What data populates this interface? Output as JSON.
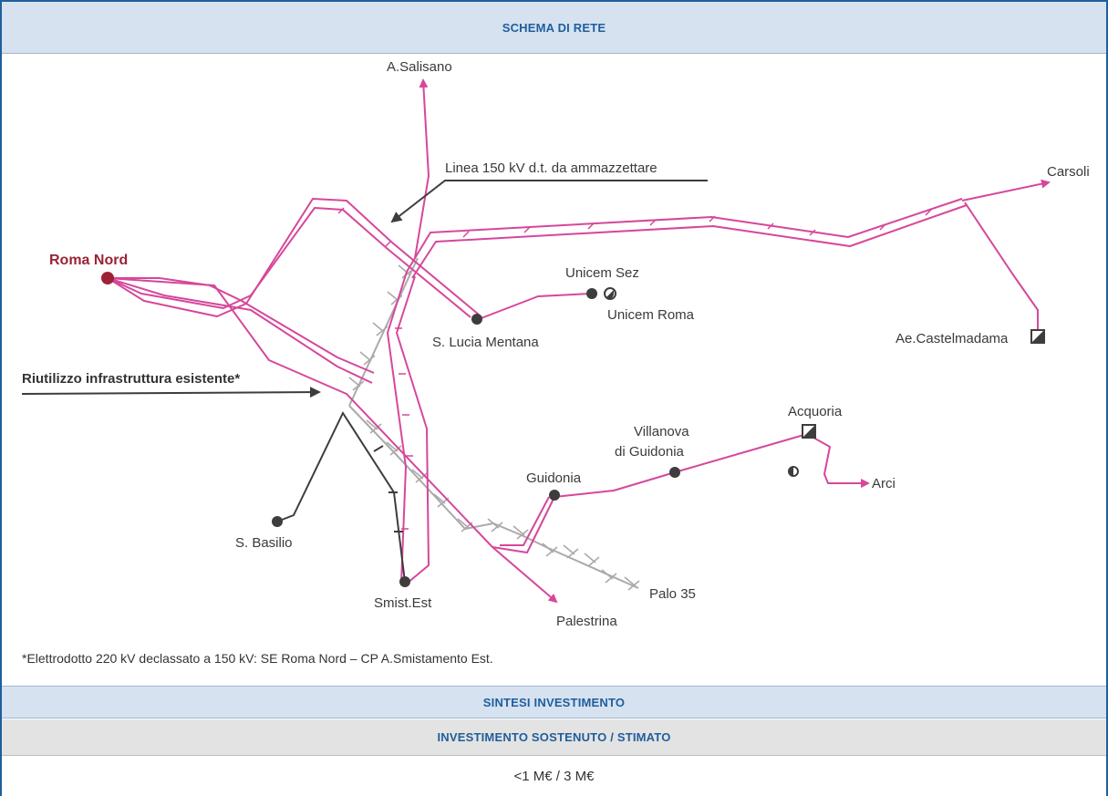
{
  "header": {
    "title": "SCHEMA DI RETE"
  },
  "diagram": {
    "stations": {
      "roma_nord": "Roma Nord",
      "a_salisano": "A.Salisano",
      "carsoli": "Carsoli",
      "unicem_sez": "Unicem Sez",
      "unicem_roma": "Unicem Roma",
      "s_lucia_mentana": "S. Lucia Mentana",
      "ae_castelmadama": "Ae.Castelmadama",
      "acquoria": "Acquoria",
      "villanova_1": "Villanova",
      "villanova_2": "di Guidonia",
      "guidonia": "Guidonia",
      "arci": "Arci",
      "s_basilio": "S. Basilio",
      "smist_est": "Smist.Est",
      "palestrina": "Palestrina",
      "palo_35": "Palo 35"
    },
    "annotations": {
      "linea": "Linea 150 kV d.t. da  ammazzettare",
      "riutilizzo": "Riutilizzo infrastruttura esistente*"
    },
    "colors": {
      "line_pink": "#d6479b",
      "existing_grey": "#aaaaaa",
      "dark": "#3d3d3d",
      "roma_red": "#9b2335"
    }
  },
  "footnote": "*Elettrodotto 220 kV declassato a 150 kV: SE Roma Nord – CP A.Smistamento Est.",
  "summary": {
    "sintesi_title": "SINTESI INVESTIMENTO",
    "investimento_title": "INVESTIMENTO SOSTENUTO / STIMATO",
    "value": "<1 M€ / 3 M€"
  }
}
